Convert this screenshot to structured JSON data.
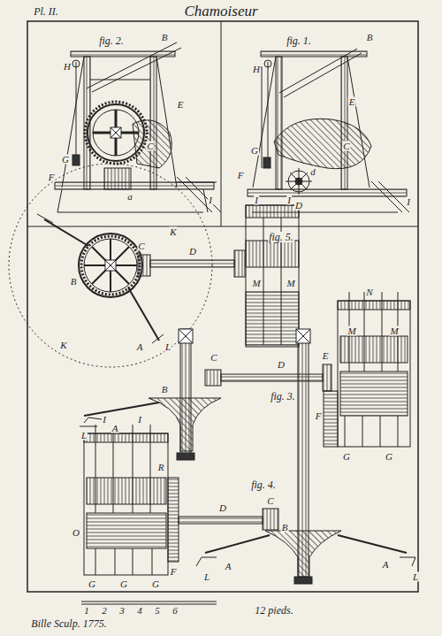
{
  "diagram": {
    "title": "Chamoiseur",
    "labels": [
      "Pl. II.",
      "fig. 2.",
      "B",
      "H",
      "E",
      "G",
      "F",
      "C",
      "a",
      "I",
      "fig. 1.",
      "B",
      "H",
      "E",
      "G",
      "C",
      "F",
      "d",
      "D",
      "I",
      "fig. 5.",
      "K",
      "K",
      "B",
      "C",
      "D",
      "A",
      "L",
      "I",
      "I",
      "M",
      "M",
      "fig. 3.",
      "C",
      "D",
      "B",
      "A",
      "L",
      "E",
      "N",
      "M",
      "M",
      "F",
      "G",
      "G",
      "fig. 4.",
      "R",
      "I",
      "I",
      "O",
      "F",
      "G",
      "G",
      "G",
      "D",
      "C",
      "B",
      "A",
      "A",
      "L",
      "L",
      "1",
      "2",
      "3",
      "4",
      "5",
      "6",
      "12 pieds.",
      "Bille Sculp. 1775."
    ]
  }
}
